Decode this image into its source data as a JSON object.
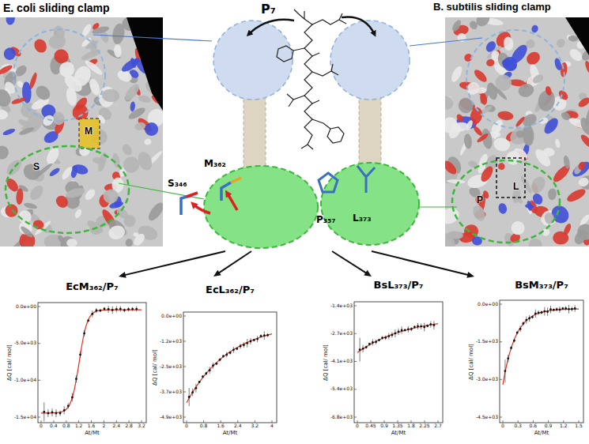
{
  "diagram": {
    "nodes": [
      {
        "text": [
          "E. coli sliding clamp",
          "S",
          "M"
        ]
      },
      {
        "text": [
          "P₇",
          "S₃₄₆",
          "M₃₆₂",
          "P₃₅₇",
          "L₃₇₃"
        ]
      },
      {
        "text": [
          "B. subtilis sliding clamp",
          "P",
          "L"
        ]
      },
      {
        "text": [
          "EcM₃₆₂/P₇"
        ]
      },
      {
        "text": [
          "EcL₃₆₂/P₇"
        ]
      },
      {
        "text": [
          "BsL₃₇₃/P₇"
        ]
      },
      {
        "text": [
          "BsM₃₇₃/P₇"
        ]
      }
    ],
    "edges": [
      {
        "from": 1,
        "to": 3,
        "arrow": "to"
      },
      {
        "from": 1,
        "to": 4,
        "arrow": "to"
      },
      {
        "from": 1,
        "to": 5,
        "arrow": "to"
      },
      {
        "from": 1,
        "to": 6,
        "arrow": "to"
      }
    ],
    "labels": [
      "0.0e+00",
      "-5.0e+03",
      "-1.0e+04",
      "-1.5e+04",
      "0",
      "0.4",
      "0.8",
      "1.2",
      "1.6",
      "2",
      "2.4",
      "2.8",
      "3.2",
      "ΔQ [cal/ mol]",
      "At/Mt",
      "0.0e+00",
      "-1.2e+03",
      "-2.5e+03",
      "-3.7e+03",
      "-4.9e+03",
      "0",
      "0.8",
      "1.6",
      "2.4",
      "3.2",
      "4",
      "ΔQ [cal/ mol]",
      "At/Mt",
      "-1.4e+03",
      "-2.7e+03",
      "-4.1e+03",
      "-5.4e+03",
      "-6.8e+03",
      "0",
      "0.45",
      "0.9",
      "1.35",
      "1.8",
      "2.25",
      "2.7",
      "ΔQ [cal/ mol]",
      "At/Mt",
      "0.0e+00",
      "-1.5e+03",
      "-3.0e+03",
      "-4.5e+03",
      "0",
      "0.3",
      "0.6",
      "0.9",
      "1.2",
      "1.5",
      "ΔQ [cal/ mol]",
      "At/Mt"
    ]
  }
}
